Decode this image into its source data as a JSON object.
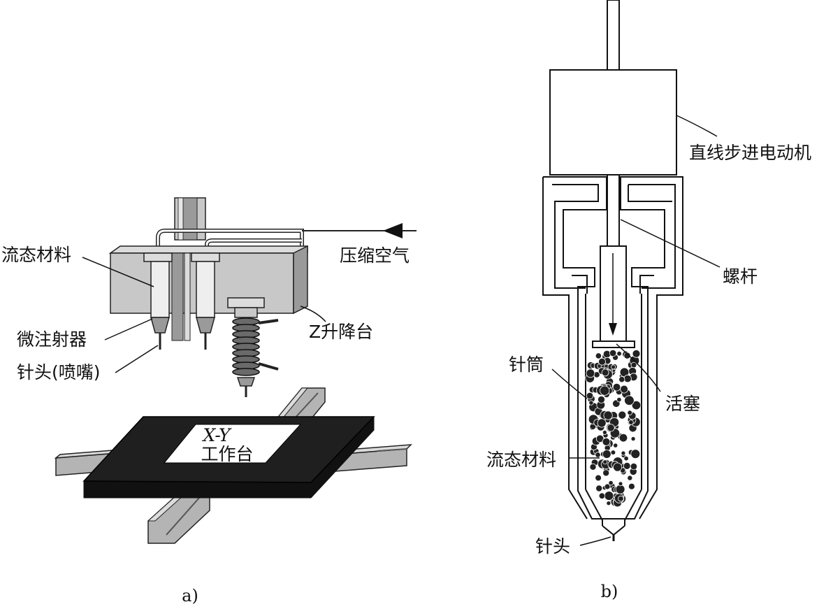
{
  "panel_a": {
    "caption": "a)",
    "labels": {
      "fluid_material": "流态材料",
      "micro_syringe": "微注射器",
      "needle_nozzle": "针头(喷嘴)",
      "compressed_air": "压缩空气",
      "z_lift": "Z升降台",
      "xy_table_line1": "X-Y",
      "xy_table_line2": "工作台"
    }
  },
  "panel_b": {
    "caption": "b)",
    "labels": {
      "stepper_motor": "直线步进电动机",
      "screw_rod": "螺杆",
      "barrel": "针筒",
      "piston": "活塞",
      "fluid_material": "流态材料",
      "needle": "针头"
    }
  },
  "colors": {
    "ink": "#111111",
    "block_gray": "#c8c8c8",
    "block_top": "#dcdcdc",
    "block_side": "#9a9a9a",
    "platform_black": "#1a1a1a",
    "rail_gray": "#b4b4b4",
    "particle": "#222222"
  }
}
